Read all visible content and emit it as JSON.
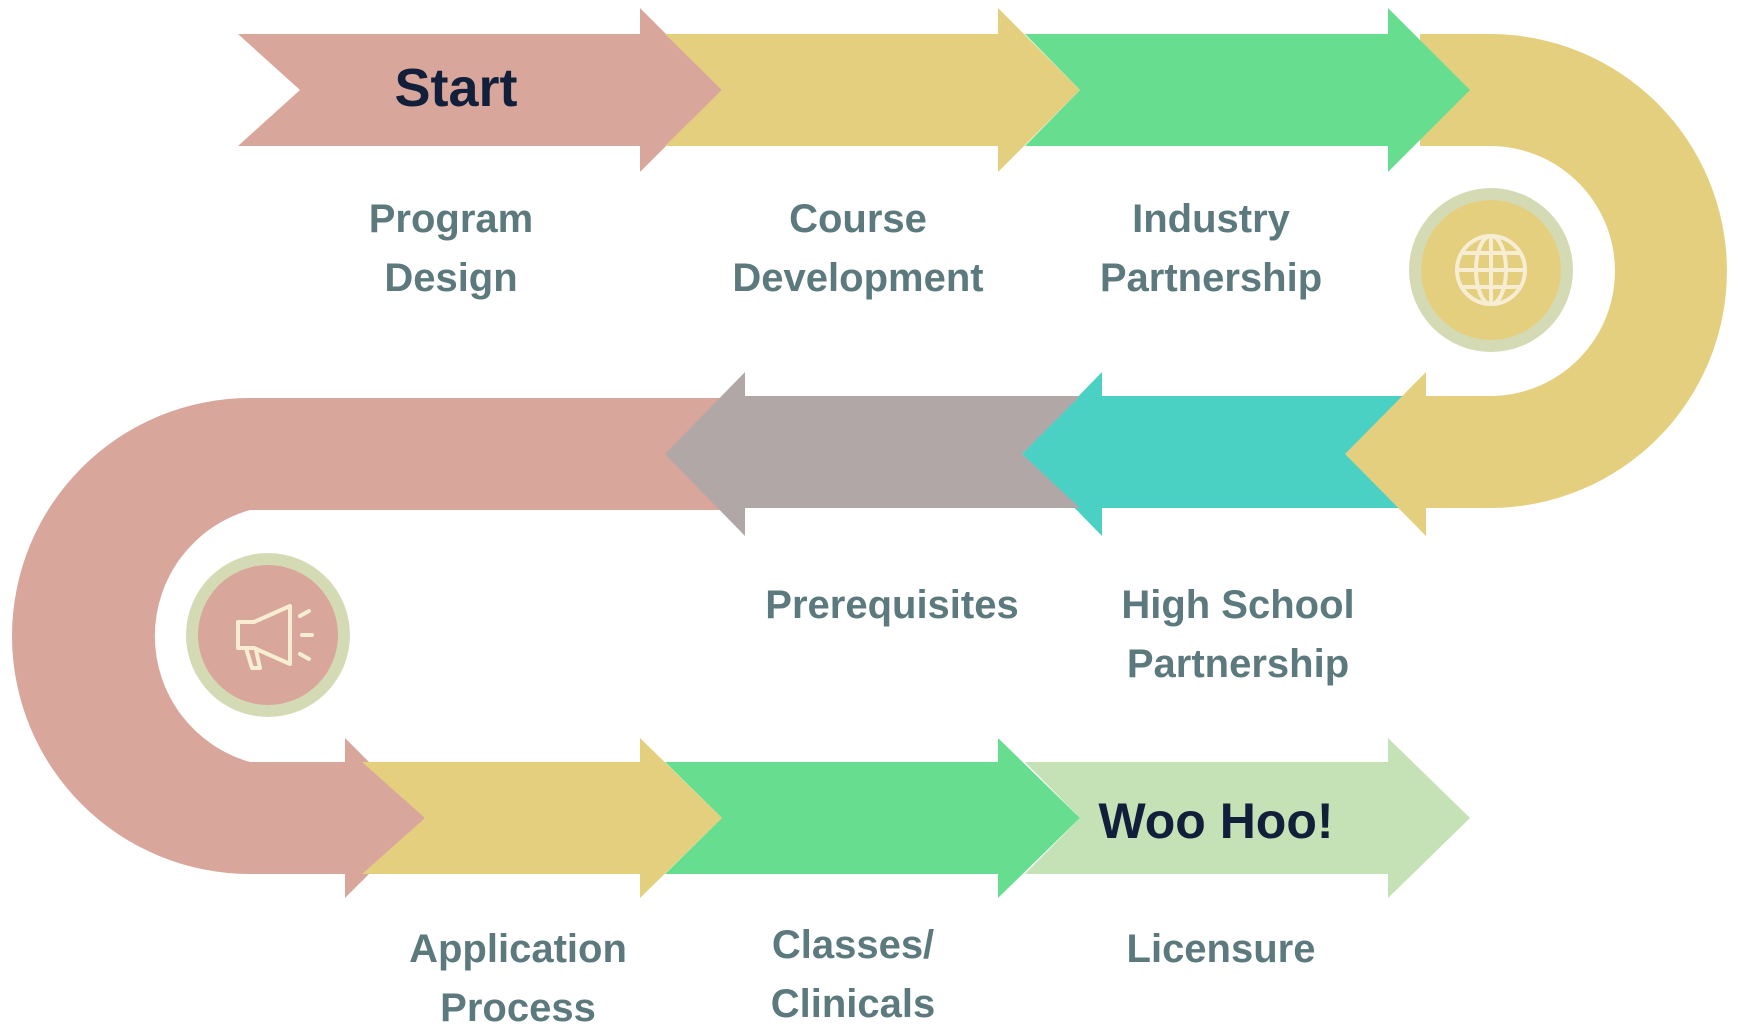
{
  "start_label": "Start",
  "end_label": "Woo Hoo!",
  "steps": [
    {
      "lines": [
        "Program",
        "Design"
      ],
      "color": "#d8a69b"
    },
    {
      "lines": [
        "Course",
        "Development"
      ],
      "color": "#e4cf7f"
    },
    {
      "lines": [
        "Industry",
        "Partnership"
      ],
      "color": "#67de8f"
    },
    {
      "lines": [
        "High School",
        "Partnership"
      ],
      "color": "#4bd1c3"
    },
    {
      "lines": [
        "Prerequisites"
      ],
      "color": "#b1a7a7"
    },
    {
      "lines": [
        "Application",
        "Process"
      ],
      "color": "#e4cf7f"
    },
    {
      "lines": [
        "Classes/",
        "Clinicals"
      ],
      "color": "#67de8f"
    },
    {
      "lines": [
        "Licensure"
      ],
      "color": "#c5e1b6"
    }
  ],
  "curve_colors": {
    "right": "#e4cf7f",
    "left": "#d8a69b"
  },
  "icons": {
    "right": "globe-icon",
    "left": "megaphone-icon",
    "ring_color": "#d4dbb4",
    "stroke_color": "#f6edd2"
  }
}
